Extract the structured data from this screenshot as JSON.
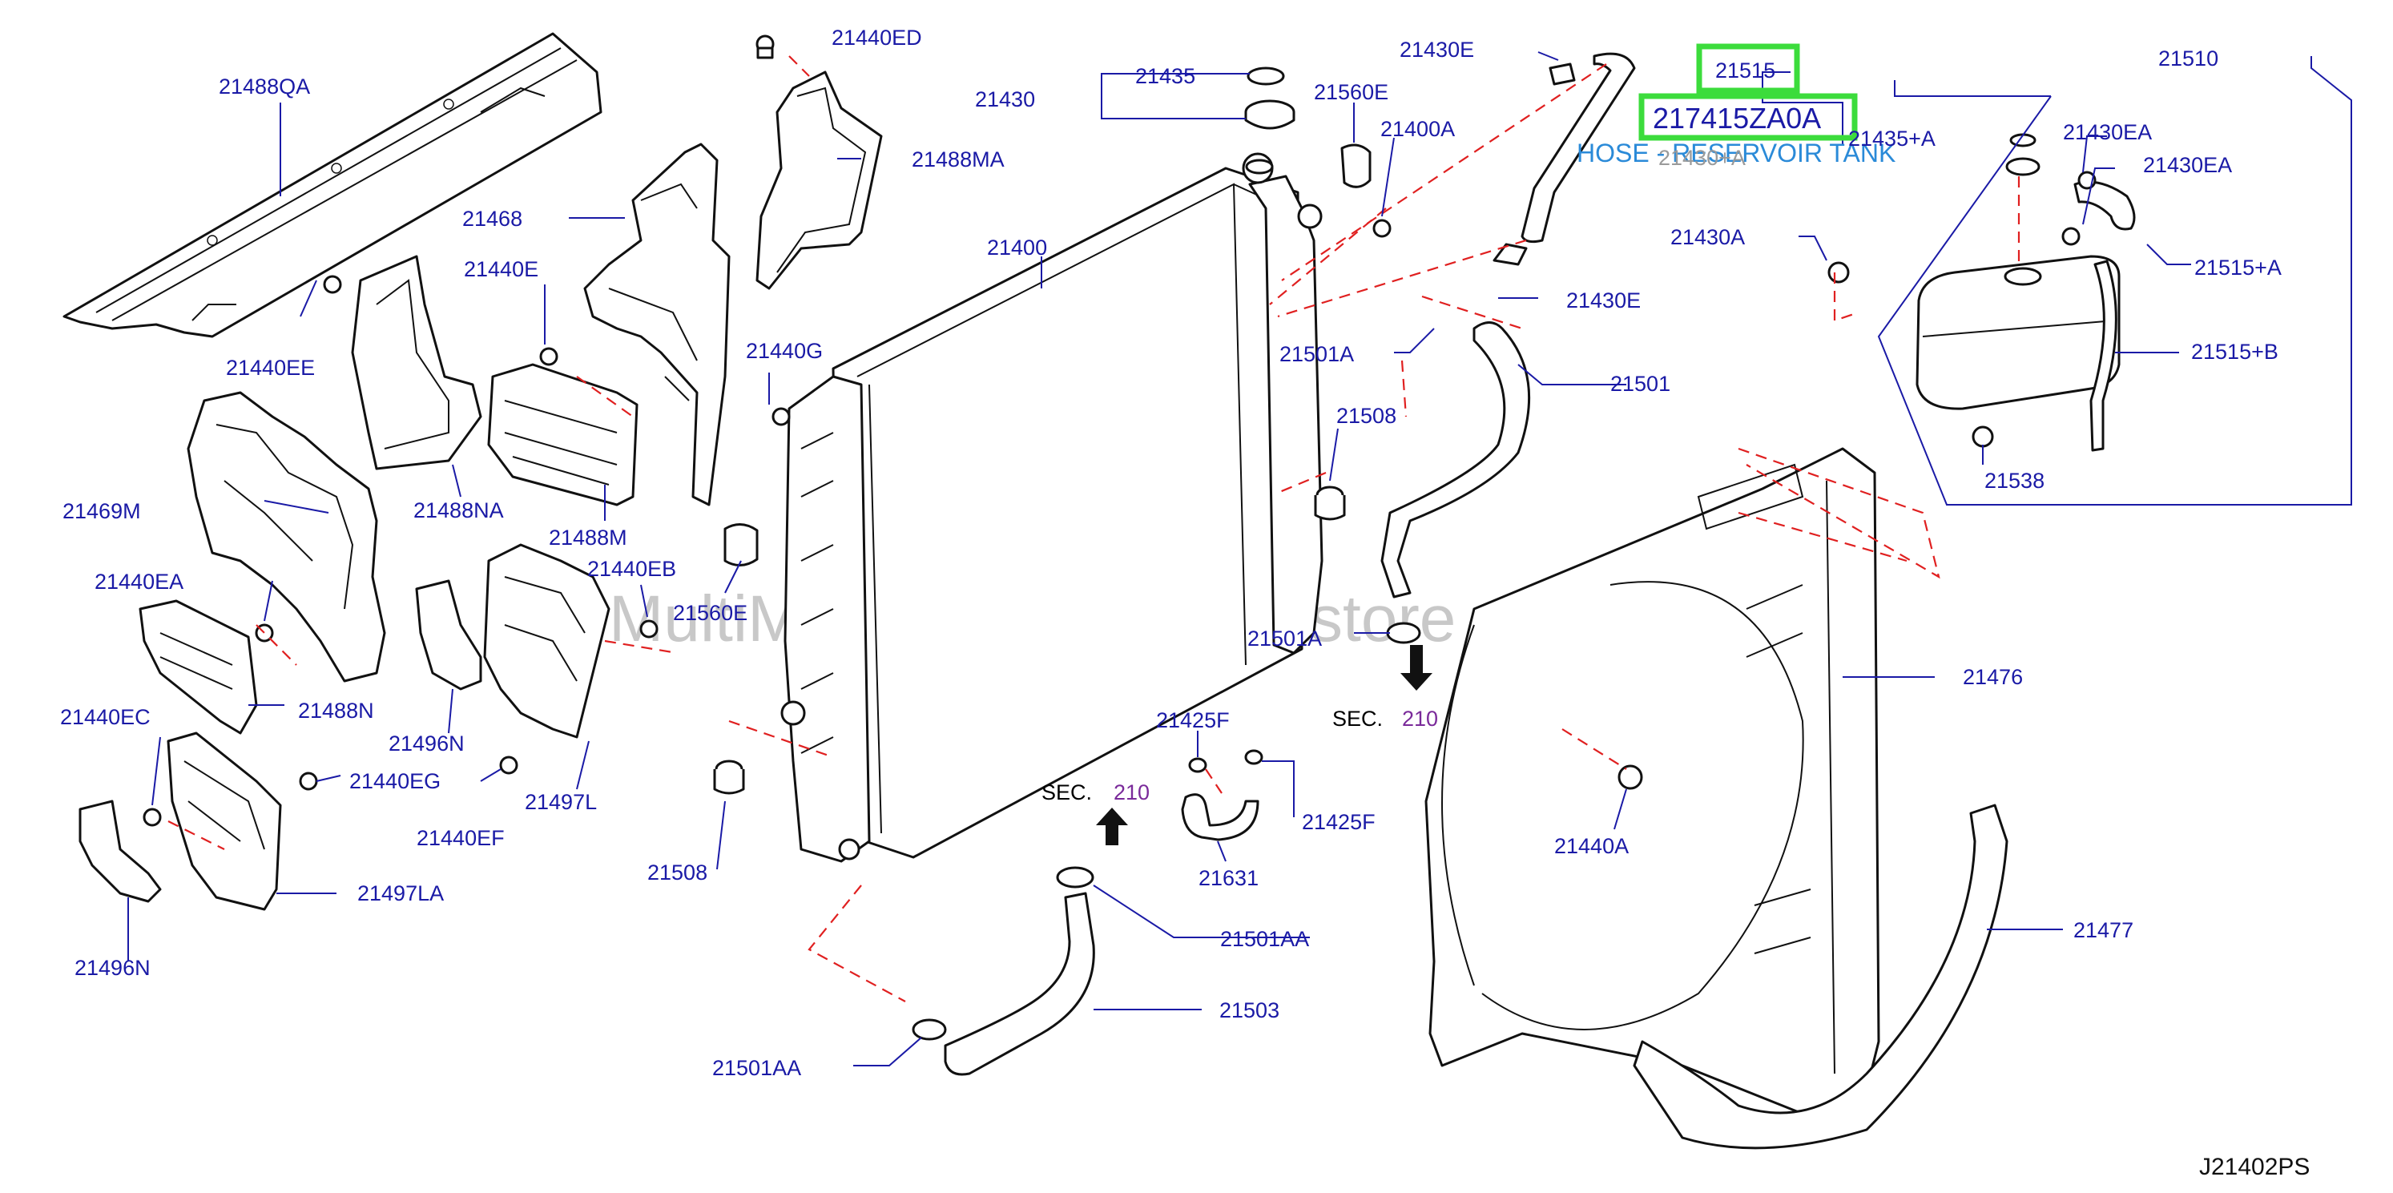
{
  "diagram": {
    "code": "J21402PS",
    "watermark": "MultiMerchant Auto Partstore",
    "highlight": {
      "part_number": "217415ZA0A",
      "ref": "21515",
      "description": "HOSE - RESERVOIR TANK",
      "color": "#3cdc3c"
    },
    "sec_word": "SEC.",
    "sec_num": "210",
    "labels": [
      "21488QA",
      "21440ED",
      "21488MA",
      "21435",
      "21430",
      "21560E",
      "21400A",
      "21430E",
      "21515",
      "21510",
      "21430EA",
      "21435+A",
      "21430EA",
      "21430+A",
      "21400",
      "21468",
      "21430A",
      "21515+A",
      "21430E",
      "21440E",
      "21501A",
      "21501",
      "21515+B",
      "21440G",
      "21440EE",
      "21508",
      "21538",
      "21488NA",
      "21469M",
      "21488M",
      "21440EB",
      "21440EA",
      "21560E",
      "21501A",
      "21476",
      "21488N",
      "21496N",
      "21440EC",
      "21425F",
      "21440EG",
      "21497L",
      "21425F",
      "21440A",
      "21440EF",
      "21631",
      "21508",
      "21497LA",
      "21501AA",
      "21477",
      "21496N",
      "21503",
      "21501AA"
    ]
  }
}
